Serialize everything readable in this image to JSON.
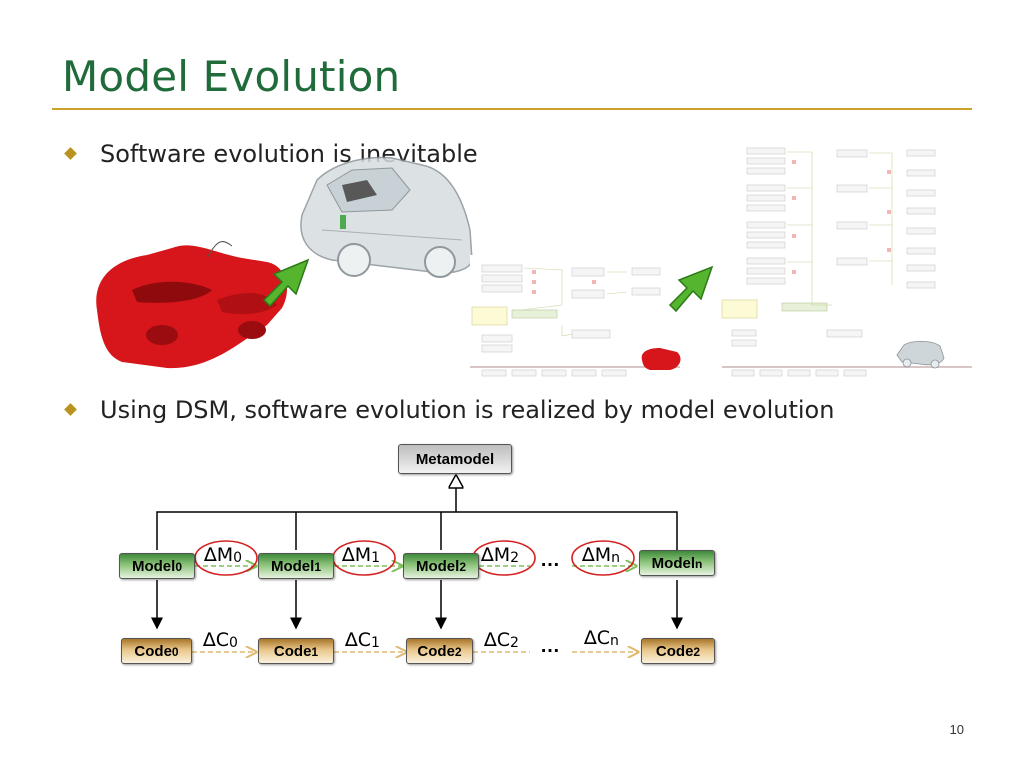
{
  "slide": {
    "title": "Model Evolution",
    "page_number": "10"
  },
  "bullets": [
    "Software evolution is inevitable",
    "Using DSM, software evolution is realized by model evolution"
  ],
  "diagram": {
    "metamodel": "Metamodel",
    "models": [
      {
        "label": "Model",
        "sub": "0"
      },
      {
        "label": "Model",
        "sub": "1"
      },
      {
        "label": "Model",
        "sub": "2"
      },
      {
        "label": "Model",
        "sub": "n"
      }
    ],
    "codes": [
      {
        "label": "Code",
        "sub": "0"
      },
      {
        "label": "Code",
        "sub": "1"
      },
      {
        "label": "Code",
        "sub": "2"
      },
      {
        "label": "Code",
        "sub": "2"
      }
    ],
    "model_deltas": [
      {
        "symbol": "∆M",
        "sub": "0"
      },
      {
        "symbol": "∆M",
        "sub": "1"
      },
      {
        "symbol": "∆M",
        "sub": "2"
      },
      {
        "symbol": "∆M",
        "sub": "n"
      }
    ],
    "code_deltas": [
      {
        "symbol": "∆C",
        "sub": "0"
      },
      {
        "symbol": "∆C",
        "sub": "1"
      },
      {
        "symbol": "∆C",
        "sub": "2"
      },
      {
        "symbol": "∆C",
        "sub": "n"
      }
    ],
    "ellipsis": "…",
    "colors": {
      "model": "#5fa34f",
      "code": "#d9a955",
      "highlight_circle": "#d42020",
      "dashed_arrow": "#7fbf5a"
    }
  },
  "illustration": {
    "elements": [
      "red-car-body-image",
      "gray-transparent-car-image",
      "green-arrow-icon",
      "model-diagram-screenshot",
      "green-arrow-icon",
      "evolved-model-diagram-screenshot"
    ]
  }
}
